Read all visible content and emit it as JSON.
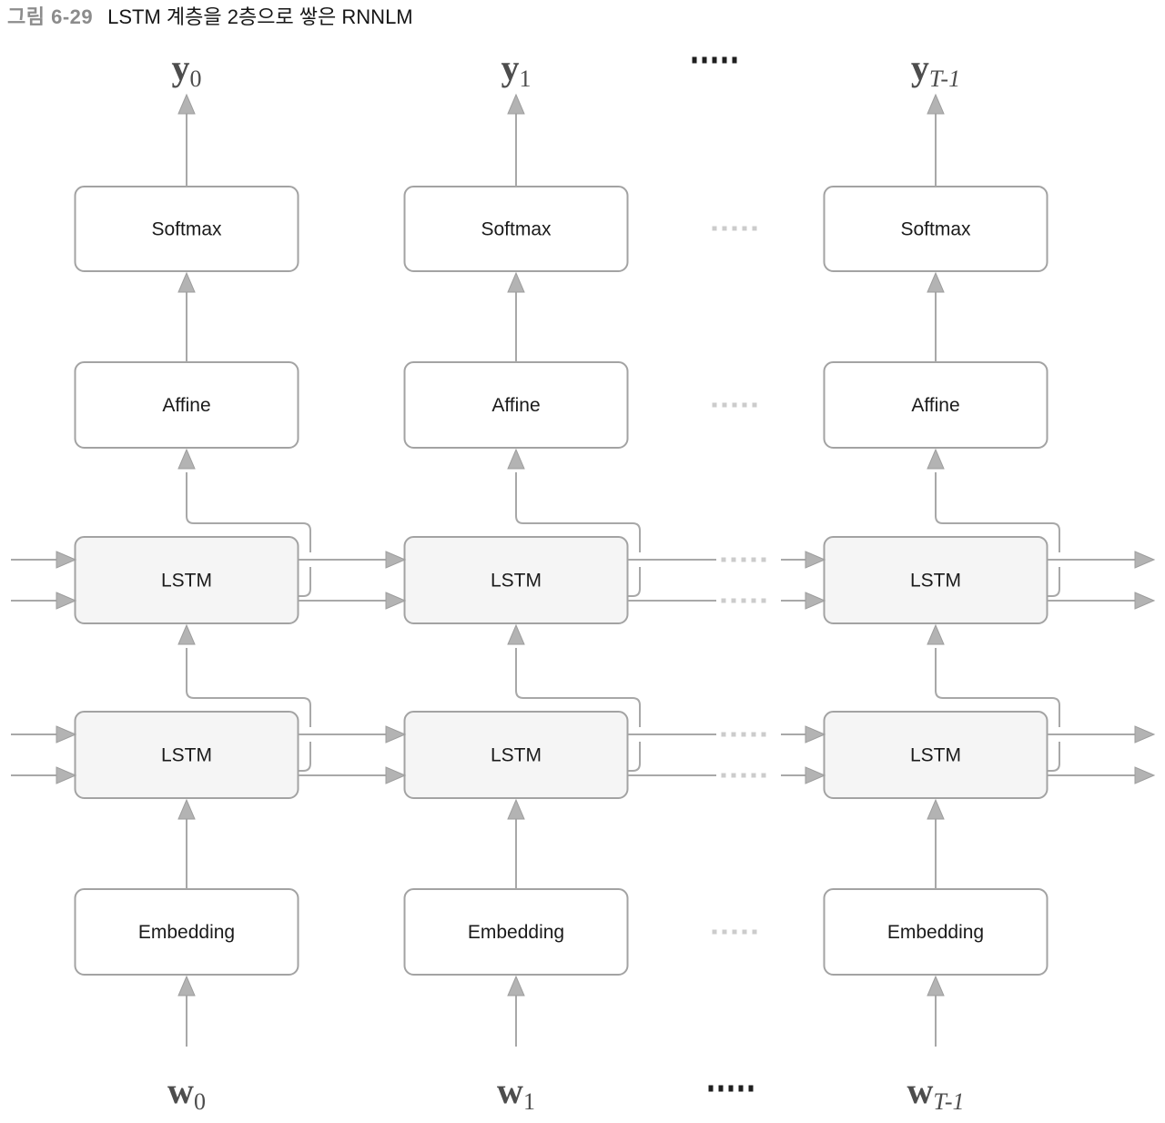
{
  "figure": {
    "label": "그림 6-29",
    "title": "LSTM 계층을 2층으로 쌓은 RNNLM"
  },
  "diagram": {
    "description": "RNN language model with two stacked LSTM layers unrolled over time",
    "ellipsis": "......",
    "columns": [
      {
        "time": "t=0",
        "output_label": {
          "base": "y",
          "sub": "0",
          "sub_italic": false
        },
        "input_label": {
          "base": "w",
          "sub": "0",
          "sub_italic": false
        },
        "boxes": [
          "Softmax",
          "Affine",
          "LSTM",
          "LSTM",
          "Embedding"
        ]
      },
      {
        "time": "t=1",
        "output_label": {
          "base": "y",
          "sub": "1",
          "sub_italic": false
        },
        "input_label": {
          "base": "w",
          "sub": "1",
          "sub_italic": false
        },
        "boxes": [
          "Softmax",
          "Affine",
          "LSTM",
          "LSTM",
          "Embedding"
        ]
      },
      {
        "time": "t=T-1",
        "output_label": {
          "base": "y",
          "sub": "T-1",
          "sub_italic": true
        },
        "input_label": {
          "base": "w",
          "sub": "T-1",
          "sub_italic": true
        },
        "boxes": [
          "Softmax",
          "Affine",
          "LSTM",
          "LSTM",
          "Embedding"
        ]
      }
    ],
    "colors": {
      "line": "#a8a8a8",
      "box_border": "#a3a3a3",
      "lstm_fill": "#f5f5f5",
      "box_fill": "#ffffff",
      "arrowhead": "#b3b3b3",
      "arrowhead_stroke": "#9e9e9e",
      "dots_gray": "#cccccc",
      "dots_black": "#1f1f1f",
      "label_color": "#4d4d4d",
      "box_text": "#1a1a1a",
      "figure_label": "#8c8c8c",
      "figure_title": "#161616"
    }
  }
}
